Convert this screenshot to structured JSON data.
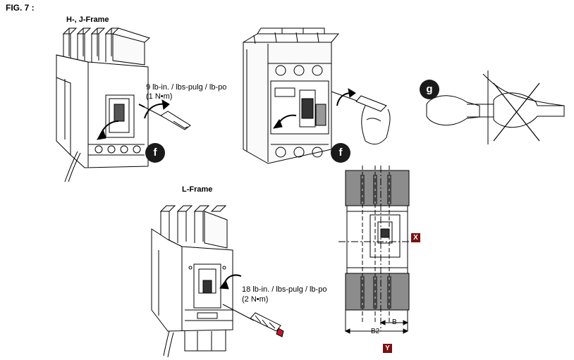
{
  "figure": {
    "label": "FIG. 7 :"
  },
  "hj_frame": {
    "label": "H-, J-Frame",
    "torque_line1": "9 lb-in. / lbs-pulg / lb-po",
    "torque_line2": "(1 N•m)",
    "callout": "f"
  },
  "middle_breaker": {
    "callout": "f"
  },
  "key_detail": {
    "callout": "g"
  },
  "l_frame": {
    "label": "L-Frame",
    "torque_line1": "18 lb-in. / lbs-pulg / lb-po",
    "torque_line2": "(2 N•m)"
  },
  "dimension_drawing": {
    "axis_x": "X",
    "axis_y": "Y",
    "dim_b": "B",
    "dim_b2": "B2"
  },
  "colors": {
    "callout_fill": "#1a1a1a",
    "axis_box_fill": "#7a1111",
    "gray_band": "#8c8c8c"
  }
}
